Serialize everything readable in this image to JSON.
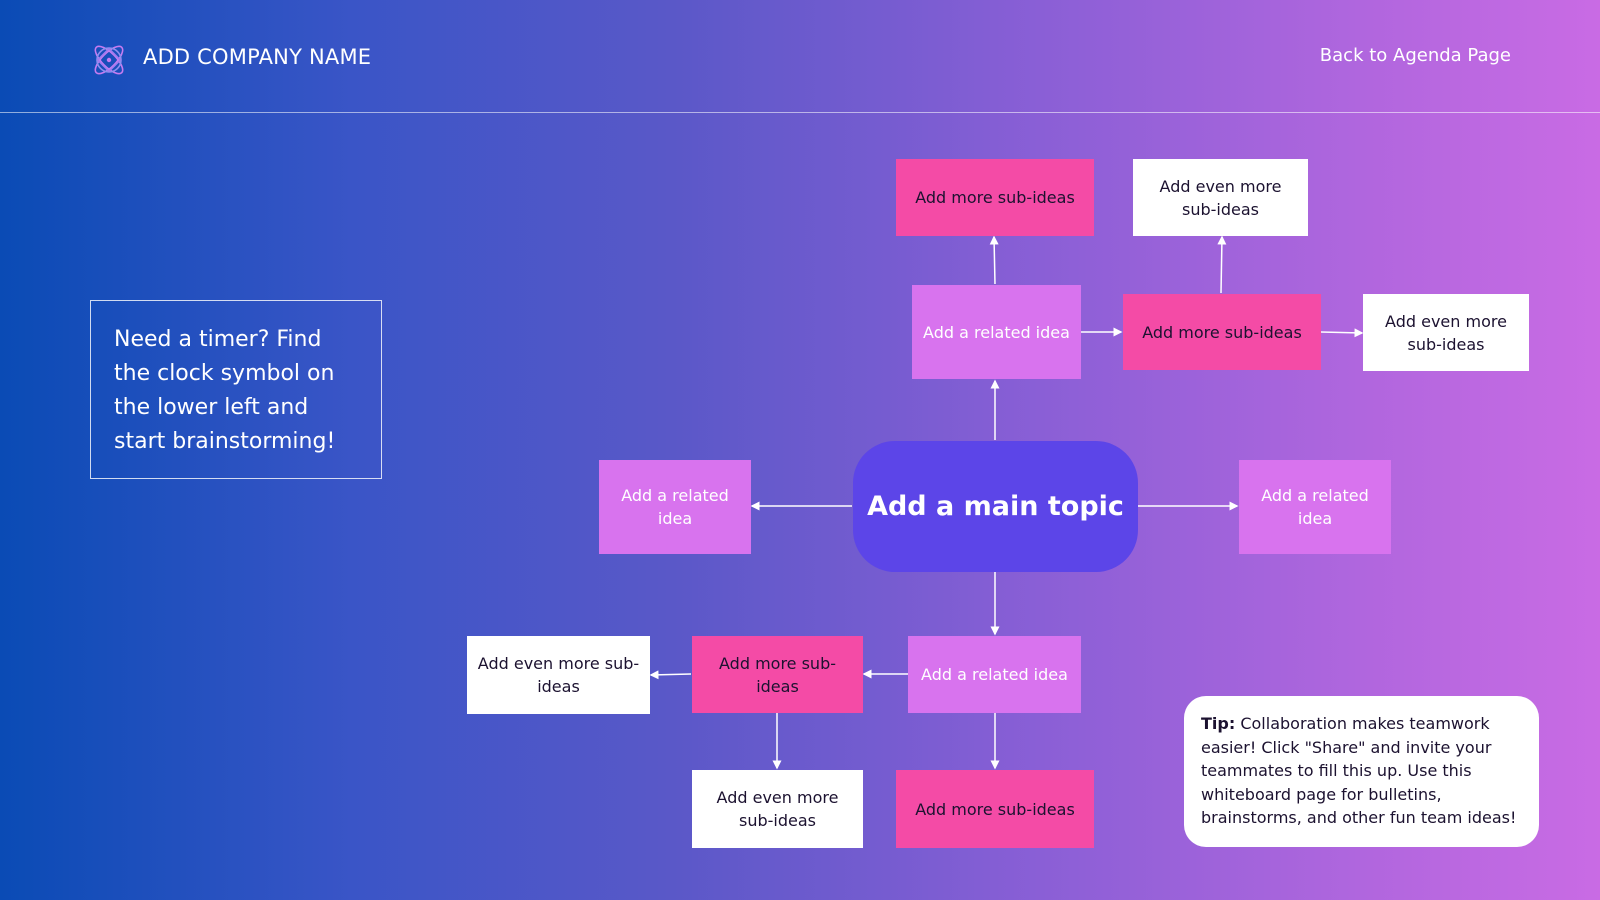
{
  "header": {
    "company_name": "ADD COMPANY NAME",
    "back_link": "Back to Agenda Page",
    "logo_icon": "atom-logo-icon"
  },
  "timer_note": "Need a timer? Find the clock symbol on the lower left and start brainstorming!",
  "mindmap": {
    "main_topic": "Add a main topic",
    "related_top": "Add a related idea",
    "related_left": "Add a related idea",
    "related_right": "Add a related idea",
    "related_bottom": "Add a related idea",
    "sub_top": "Add more sub-ideas",
    "sub_top_right": "Add more sub-ideas",
    "sub_bottom_left": "Add more sub-ideas",
    "sub_bottom": "Add more sub-ideas",
    "even_top": "Add even more sub-ideas",
    "even_right": "Add even more sub-ideas",
    "even_bottom_left": "Add even more sub-ideas",
    "even_bottom": "Add even more sub-ideas"
  },
  "tip": {
    "label": "Tip:",
    "text": " Collaboration makes teamwork easier! Click \"Share\" and invite your teammates to fill this up. Use this whiteboard page for bulletins, brainstorms, and other fun team ideas!"
  },
  "colors": {
    "related": "#d873ee",
    "sub": "#f44ba6",
    "even": "#ffffff",
    "main": "#5c45e8"
  }
}
